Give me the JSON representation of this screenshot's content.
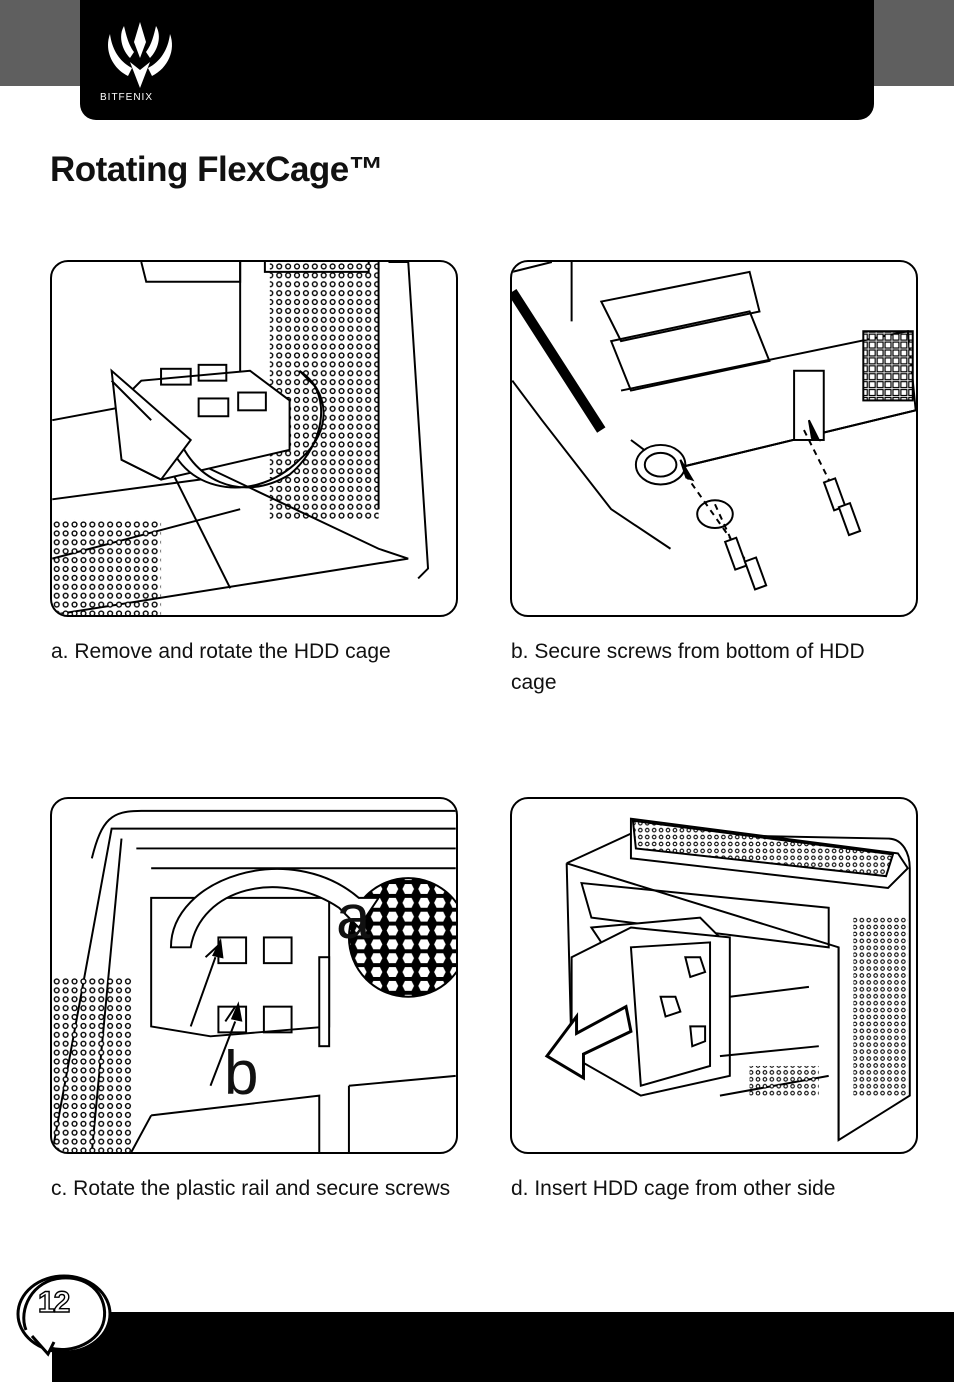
{
  "header": {
    "logo_icon": "bitfenix-claw-icon",
    "logo_text": "BITFENIX"
  },
  "title": "Rotating FlexCage™",
  "steps": [
    {
      "caption": "a. Remove and rotate the HDD cage"
    },
    {
      "caption": "b. Secure screws from bottom of HDD cage"
    },
    {
      "caption": "c. Rotate the plastic rail and secure screws",
      "labels": [
        "a",
        "b"
      ]
    },
    {
      "caption": "d. Insert HDD cage from other side"
    }
  ],
  "page": {
    "number": "12"
  },
  "colors": {
    "header": "#000000",
    "band": "#5f5f5f",
    "text": "#111111"
  }
}
